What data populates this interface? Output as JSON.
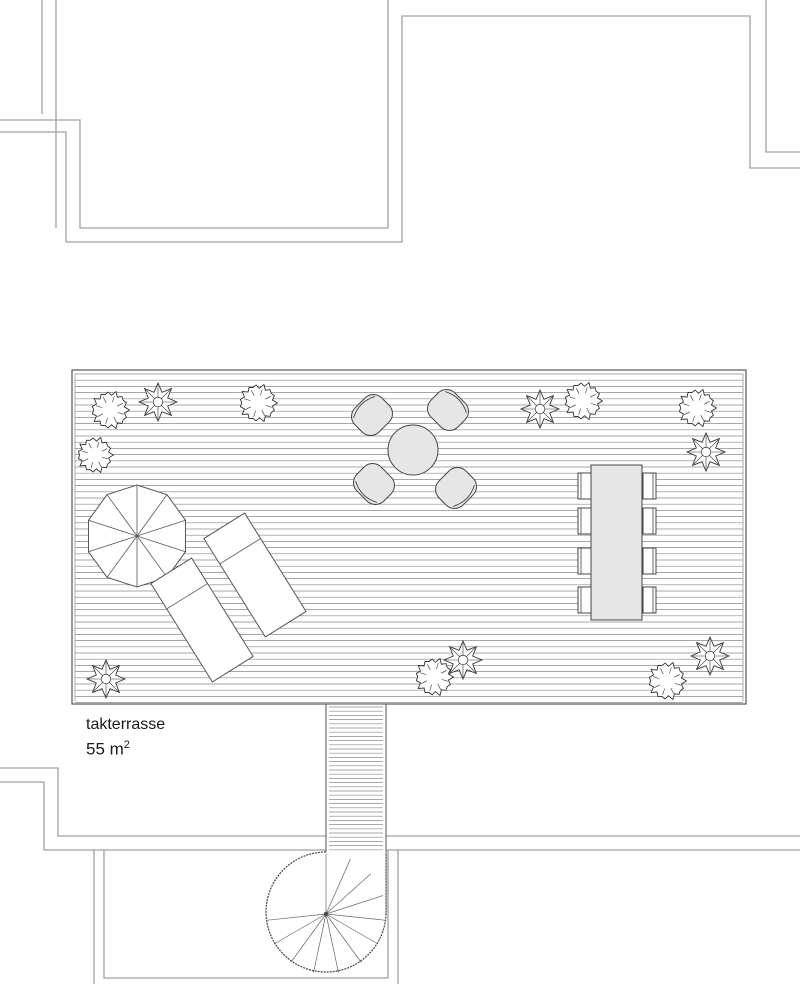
{
  "room": {
    "name": "takterrasse",
    "area_value": "55 m",
    "area_exponent": "2"
  },
  "colors": {
    "wall": "#9a9a9a",
    "outline": "#1a1a1a",
    "deck_board": "#7a7a7a",
    "furniture_fill": "#e6e6e6",
    "background": "#ffffff"
  },
  "icons": [
    "umbrella-icon",
    "plant-icon",
    "chair-icon",
    "table-icon",
    "sun-lounger-icon",
    "spiral-stair-icon"
  ]
}
